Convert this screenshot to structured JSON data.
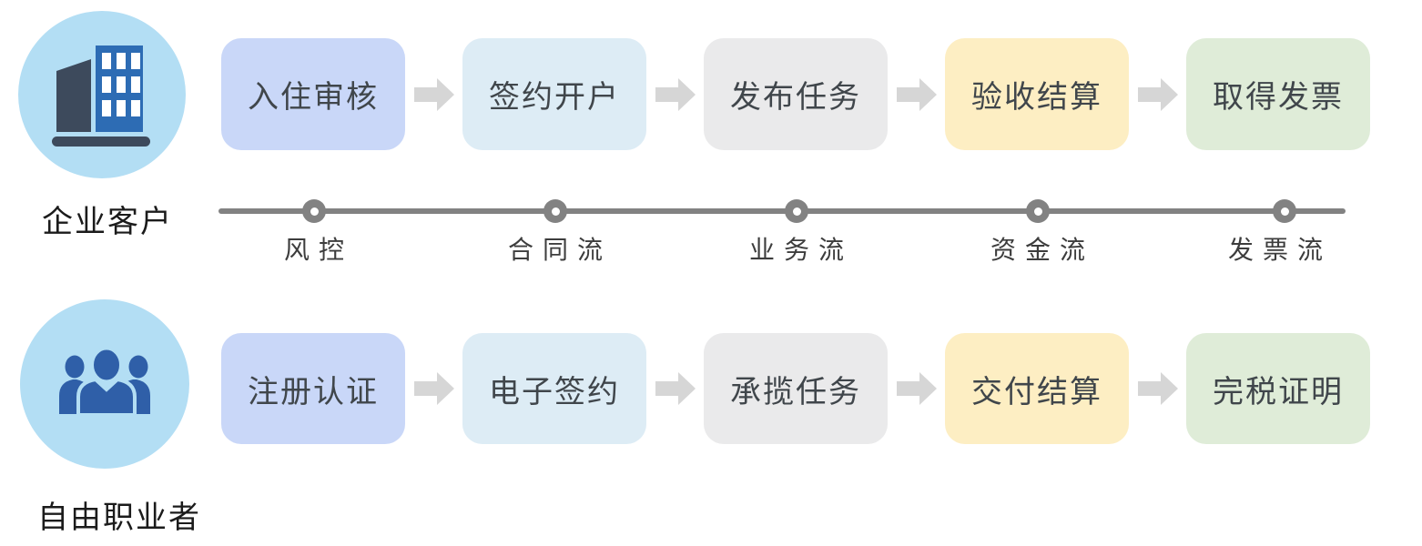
{
  "palette": {
    "avatar_bg": "#b3def4",
    "building_dark": "#3d4a5c",
    "building_blue": "#2d6cb4",
    "people_blue": "#2f5fa8",
    "arrow_gray": "#d6d6d6",
    "timeline_gray": "#828282",
    "box_colors": [
      "#c9d7f8",
      "#ddecf5",
      "#eaeaeb",
      "#fdeec3",
      "#dfecd8"
    ]
  },
  "top_flow": {
    "actor": {
      "label": "企业客户",
      "icon": "building-icon"
    },
    "steps": [
      {
        "label": "入住审核"
      },
      {
        "label": "签约开户"
      },
      {
        "label": "发布任务"
      },
      {
        "label": "验收结算"
      },
      {
        "label": "取得发票"
      }
    ]
  },
  "timeline": {
    "labels": [
      "风控",
      "合同流",
      "业务流",
      "资金流",
      "发票流"
    ]
  },
  "bottom_flow": {
    "actor": {
      "label": "自由职业者",
      "icon": "people-group-icon"
    },
    "steps": [
      {
        "label": "注册认证"
      },
      {
        "label": "电子签约"
      },
      {
        "label": "承揽任务"
      },
      {
        "label": "交付结算"
      },
      {
        "label": "完税证明"
      }
    ]
  }
}
